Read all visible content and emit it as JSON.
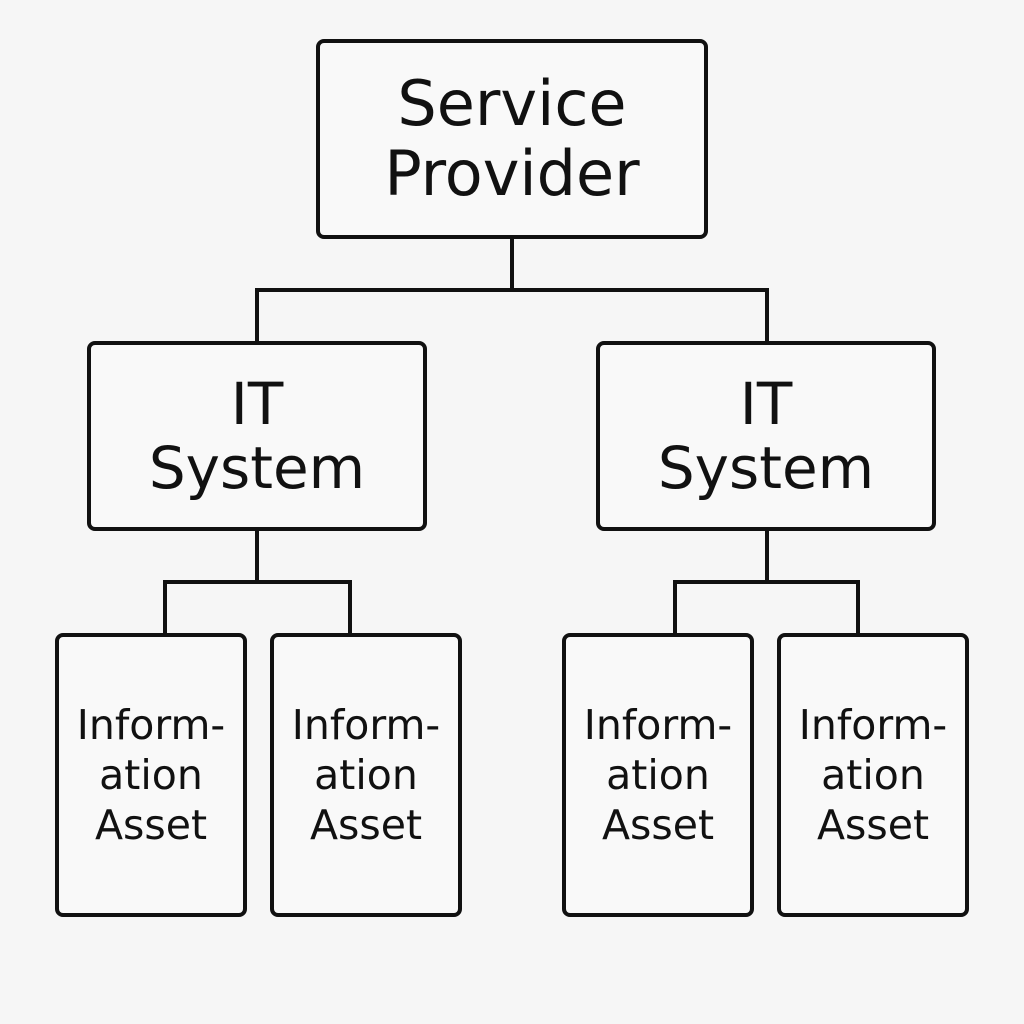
{
  "diagram": {
    "root": {
      "lines": [
        "Service",
        "Provider"
      ]
    },
    "systems": [
      {
        "lines": [
          "IT",
          "System"
        ],
        "assets": [
          {
            "lines": [
              "Inform-",
              "ation",
              "Asset"
            ]
          },
          {
            "lines": [
              "Inform-",
              "ation",
              "Asset"
            ]
          }
        ]
      },
      {
        "lines": [
          "IT",
          "System"
        ],
        "assets": [
          {
            "lines": [
              "Inform-",
              "ation",
              "Asset"
            ]
          },
          {
            "lines": [
              "Inform-",
              "ation",
              "Asset"
            ]
          }
        ]
      }
    ]
  },
  "colors": {
    "stroke": "#111111",
    "box_fill": "#f9f9f9",
    "background": "#f6f6f6"
  }
}
